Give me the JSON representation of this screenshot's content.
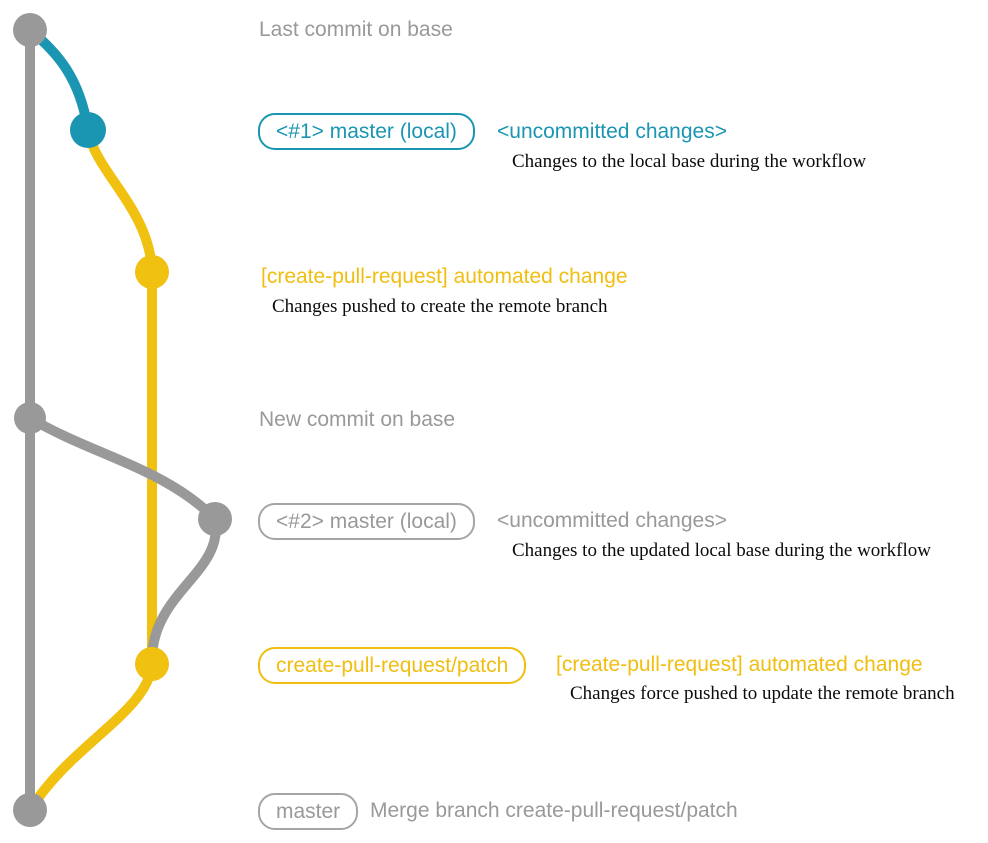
{
  "colors": {
    "gray": "#999999",
    "teal": "#1b96b2",
    "yellow": "#f0c110",
    "desc_text": "#0b0b0b"
  },
  "graph": {
    "branch_names": [
      "master",
      "create-pull-request/patch"
    ],
    "node_names": [
      "last-commit-on-base",
      "uncommitted-changes-1",
      "automated-change-1",
      "new-commit-on-base",
      "uncommitted-changes-2",
      "automated-change-2",
      "merge-commit"
    ]
  },
  "annotations": {
    "last_commit": "Last commit on base",
    "row1": {
      "box_label": "<#1> master (local)",
      "title": "<uncommitted changes>",
      "desc": "Changes to the local base during the workflow"
    },
    "row2": {
      "title": "[create-pull-request] automated change",
      "desc": "Changes pushed to create the remote branch"
    },
    "new_commit": "New commit on base",
    "row3": {
      "box_label": "<#2> master (local)",
      "title": "<uncommitted changes>",
      "desc": "Changes to the updated local base during the workflow"
    },
    "row4": {
      "box_label": "create-pull-request/patch",
      "title": "[create-pull-request] automated change",
      "desc": "Changes force pushed to update the remote branch"
    },
    "row5": {
      "box_label": "master",
      "title": "Merge branch create-pull-request/patch"
    }
  }
}
